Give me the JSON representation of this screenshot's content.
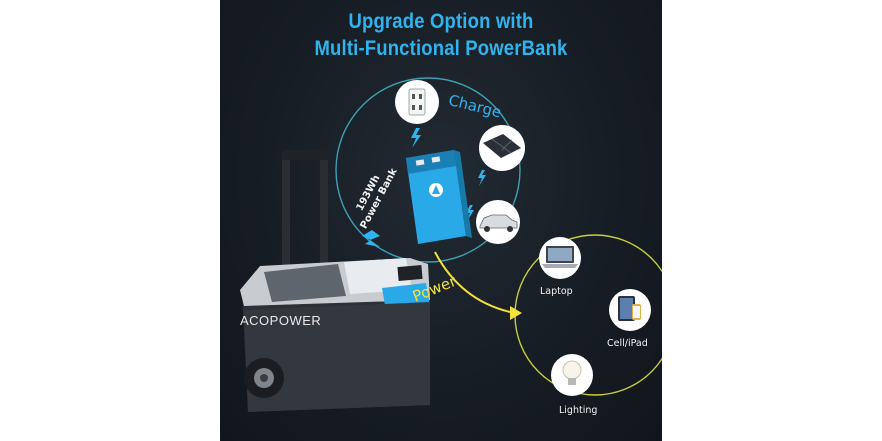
{
  "title": {
    "line1": "Upgrade Option with",
    "line2": "Multi-Functional PowerBank"
  },
  "labels": {
    "charge": "Charge",
    "power": "Power",
    "power_bank_line1": "193Wh",
    "power_bank_line2": "Power Bank",
    "laptop": "Laptop",
    "cell_ipad": "Cell/iPad",
    "lighting": "Lighting",
    "brand": "ACOPOWER"
  },
  "icons": {
    "wall_outlet": "wall-outlet-icon",
    "solar_panel": "solar-panel-icon",
    "car": "car-icon",
    "laptop": "laptop-icon",
    "tablet": "tablet-icon",
    "bulb": "light-bulb-icon",
    "lightning": "lightning-bolt-icon"
  },
  "colors": {
    "title_blue": "#2fb4ef",
    "charge_blue": "#2fb4ef",
    "power_yellow": "#f1e23a",
    "background": "#171d24",
    "powerbank_blue": "#2aa9e8"
  }
}
